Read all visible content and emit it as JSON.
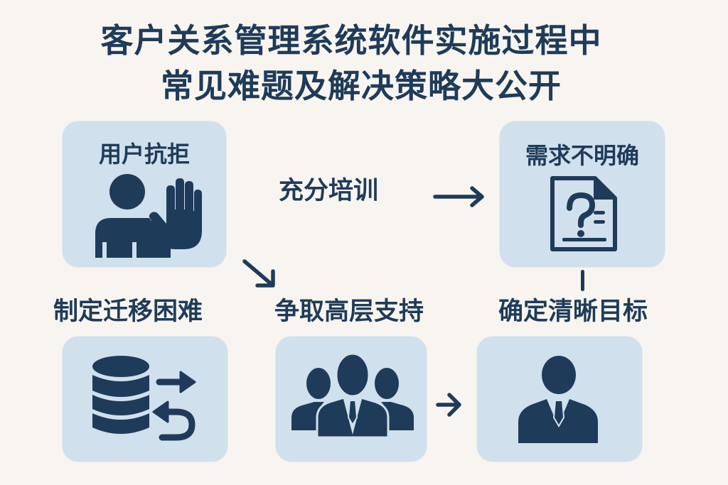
{
  "title": {
    "line1": "客户关系管理系统软件实施过程中",
    "line2": "常见难题及解决策略大公开"
  },
  "colors": {
    "background": "#f8f5f0",
    "card": "#d0e0ec",
    "ink": "#1f3b5a"
  },
  "nodes": {
    "user_resistance": {
      "label": "用户抗拒",
      "icon": "person-stop-hand-icon"
    },
    "unclear_requirements": {
      "label": "需求不明确",
      "icon": "document-question-icon"
    },
    "training": {
      "label": "充分培训"
    },
    "migration_difficulty": {
      "label": "制定迁移困难",
      "icon": "database-migration-icon"
    },
    "executive_support": {
      "label": "争取高层支持",
      "icon": "executive-group-icon"
    },
    "clear_goals": {
      "label": "确定清晰目标",
      "icon": "business-person-icon"
    }
  },
  "connectors": [
    {
      "from": "training",
      "to": "unclear_requirements",
      "type": "arrow-right"
    },
    {
      "from": "user_resistance",
      "to": "executive_support",
      "type": "arrow-down-right"
    },
    {
      "from": "executive_support",
      "to": "clear_goals",
      "type": "arrow-right"
    },
    {
      "from": "unclear_requirements",
      "to": "clear_goals",
      "type": "line-vertical"
    }
  ]
}
